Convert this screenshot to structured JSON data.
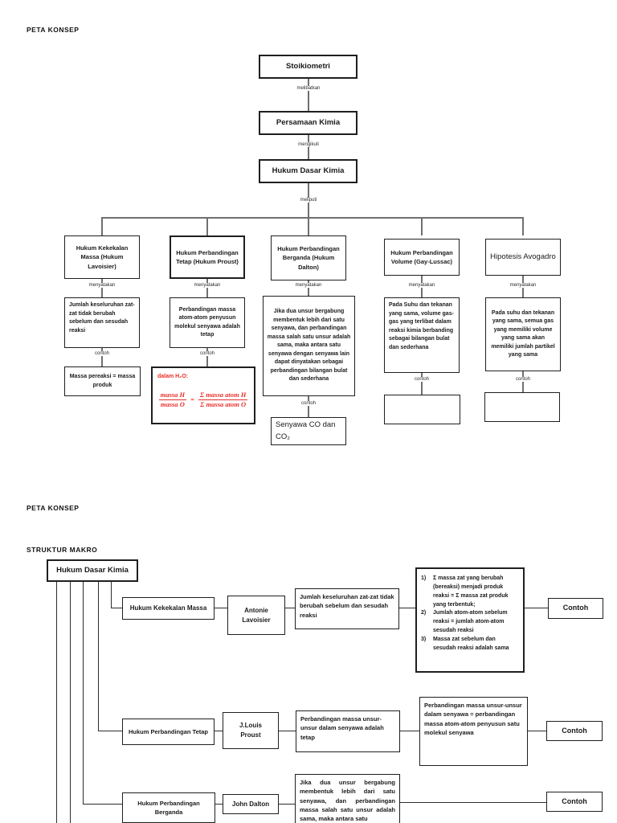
{
  "page1": {
    "heading": "PETA KONSEP",
    "chain": {
      "nodes": [
        "Stoikiometri",
        "Persamaan Kimia",
        "Hukum Dasar Kimia"
      ],
      "connectors": [
        "melibatkan",
        "mengikuti",
        "meliputi"
      ]
    },
    "columns": [
      {
        "title": "Hukum Kekekalan Massa (Hukum Lavoisier)",
        "relation": "menyatakan",
        "statement": "Jumlah keseluruhan zat-zat tidak berubah sebelum dan sesudah reaksi",
        "example_label": "contoh",
        "example": "Massa pereaksi = massa produk"
      },
      {
        "title": "Hukum Perbandingan Tetap (Hukum Proust)",
        "relation": "menyatakan",
        "statement": "Perbandingan massa atom-atom penyusun molekul senyawa adalah tetap",
        "example_label": "contoh"
      },
      {
        "title": "Hukum Perbandingan Berganda (Hukum Dalton)",
        "relation": "menyatakan",
        "statement": "Jika dua unsur bergabung membentuk lebih dari satu senyawa, dan perbandingan massa salah satu unsur adalah sama, maka antara satu senyawa dengan senyawa lain dapat dinyatakan sebagai perbandingan bilangan bulat dan sederhana",
        "example_label": "contoh",
        "example": "Senyawa CO dan CO₂"
      },
      {
        "title": "Hukum Perbandingan Volume (Gay-Lussac)",
        "relation": "menyatakan",
        "statement": "Pada Suhu dan tekanan yang sama, volume gas-gas yang terlibat dalam reaksi kimia berbanding sebagai bilangan bulat dan sederhana",
        "example_label": "contoh",
        "example": ""
      },
      {
        "title": "Hipotesis Avogadro",
        "relation": "menyatakan",
        "statement": "Pada suhu dan tekanan yang sama, semua gas yang memiliki volume yang sama akan memiliki jumlah partikel yang sama",
        "example_label": "contoh",
        "example": ""
      }
    ],
    "red_example": {
      "heading": "dalam H₂O:",
      "lhs_num": "massa H",
      "lhs_den": "massa O",
      "equals": "=",
      "rhs_num": "Σ massa atom H",
      "rhs_den": "Σ massa atom O",
      "color": "#e8302a"
    }
  },
  "page2": {
    "heading": "PETA KONSEP",
    "subheading": "STRUKTUR MAKRO",
    "root": "Hukum Dasar Kimia",
    "rows": [
      {
        "law": "Hukum Kekekalan Massa",
        "scientist": "Antonie Lavoisier",
        "statement": "Jumlah keseluruhan zat-zat tidak berubah sebelum dan sesudah reaksi",
        "points": [
          {
            "n": "1)",
            "t": "Σ massa zat yang berubah (bereaksi) menjadi produk reaksi = Σ  massa zat produk yang terbentuk;"
          },
          {
            "n": "2)",
            "t": "Jumlah atom-atom sebelum reaksi = jumlah atom-atom sesudah reaksi"
          },
          {
            "n": "3)",
            "t": "Massa zat sebelum dan sesudah reaksi adalah sama"
          }
        ],
        "example": "Contoh"
      },
      {
        "law": "Hukum Perbandingan Tetap",
        "scientist": "J.Louis Proust",
        "statement": "Perbandingan massa unsur-unsur dalam senyawa adalah tetap",
        "detail": "Perbandingan massa unsur-unsur dalam senyawa = perbandingan massa atom-atom penyusun satu molekul senyawa",
        "example": "Contoh"
      },
      {
        "law": "Hukum Perbandingan Berganda",
        "scientist": "John Dalton",
        "statement": "Jika dua unsur bergabung membentuk lebih dari satu senyawa, dan perbandingan massa salah satu unsur adalah sama, maka antara satu",
        "example": "Contoh"
      }
    ]
  }
}
